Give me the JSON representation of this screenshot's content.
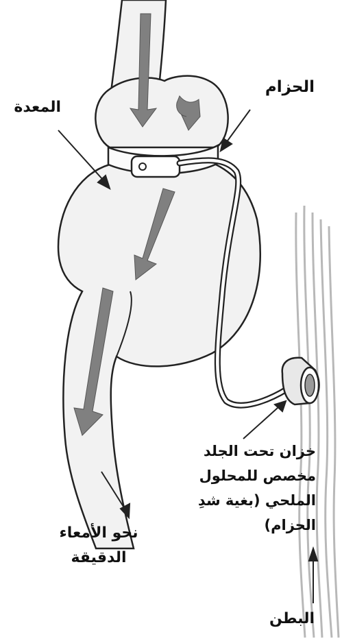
{
  "labels": {
    "stomach": "المعدة",
    "band": "الحزام",
    "port_lines": [
      "خزان تحت الجلد",
      "مخصص للمحلول",
      "الملحي (بغية شدِ",
      "الحزام)"
    ],
    "intestine_lines": [
      "نحو الأمعاء",
      "الدقيقة"
    ],
    "abdomen": "البطن"
  },
  "colors": {
    "outline": "#222222",
    "organ_fill": "#f2f2f2",
    "flow_arrow": "#808080",
    "abdomen_wall": "#b8b8b8",
    "text": "#111111"
  }
}
